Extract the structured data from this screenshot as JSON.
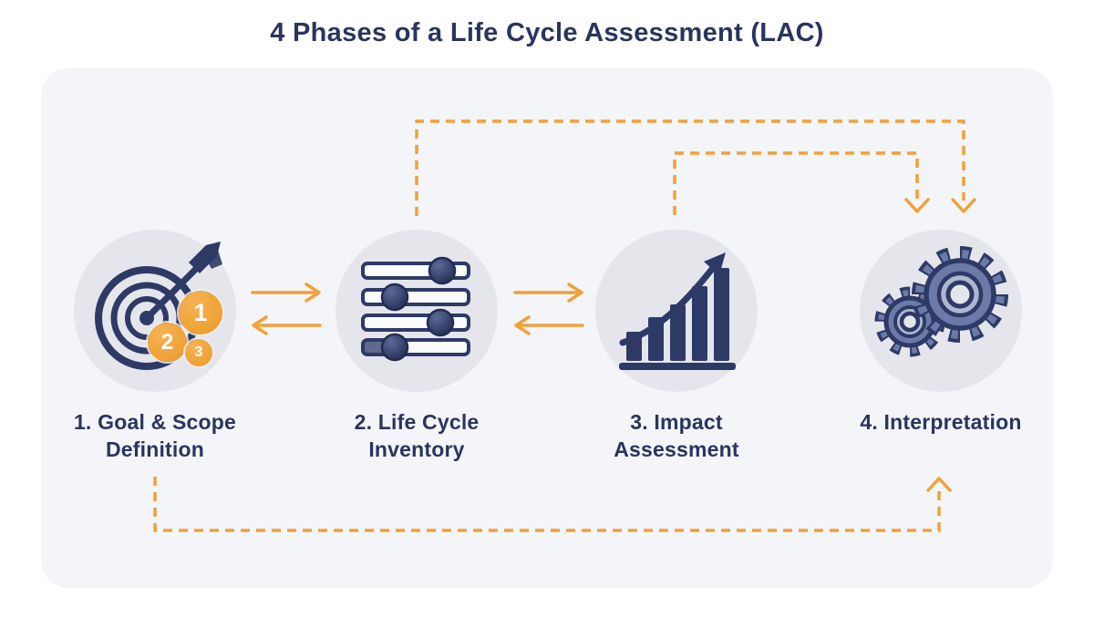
{
  "title": "4 Phases of a Life Cycle Assessment (LAC)",
  "phases": [
    {
      "icon": "target-icon",
      "label_line1": "1. Goal & Scope",
      "label_line2": "Definition"
    },
    {
      "icon": "sliders-icon",
      "label_line1": "2. Life Cycle",
      "label_line2": "Inventory"
    },
    {
      "icon": "bar-chart-icon",
      "label_line1": "3. Impact",
      "label_line2": "Assessment"
    },
    {
      "icon": "gears-icon",
      "label_line1": "4. Interpretation",
      "label_line2": ""
    }
  ],
  "target_badges": [
    "1",
    "2",
    "3"
  ],
  "colors": {
    "accent_orange": "#F0A139",
    "navy": "#2A355E",
    "icon_navy": "#2E3A66",
    "steel": "#6C7AA8",
    "steel_light": "#AEB7D2",
    "circle_bg": "#E4E6EC",
    "card_bg": "#F4F5F8",
    "page_bg": "#FFFFFF"
  }
}
